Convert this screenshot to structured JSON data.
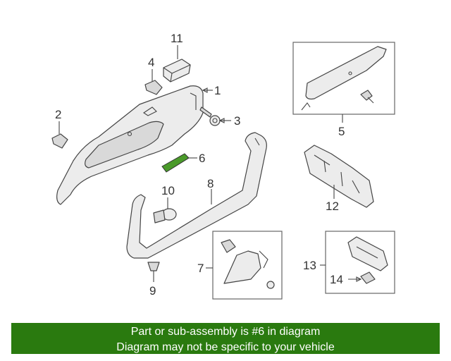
{
  "labels": {
    "p1": "1",
    "p2": "2",
    "p3": "3",
    "p4": "4",
    "p5": "5",
    "p6": "6",
    "p7": "7",
    "p8": "8",
    "p9": "9",
    "p10": "10",
    "p11": "11",
    "p12": "12",
    "p13": "13",
    "p14": "14"
  },
  "highlight_color": "#4a9a2a",
  "banner": {
    "line1": "Part or sub-assembly is #6 in diagram",
    "line2": "Diagram may not be specific to your vehicle",
    "color": "#2a7a0f"
  }
}
